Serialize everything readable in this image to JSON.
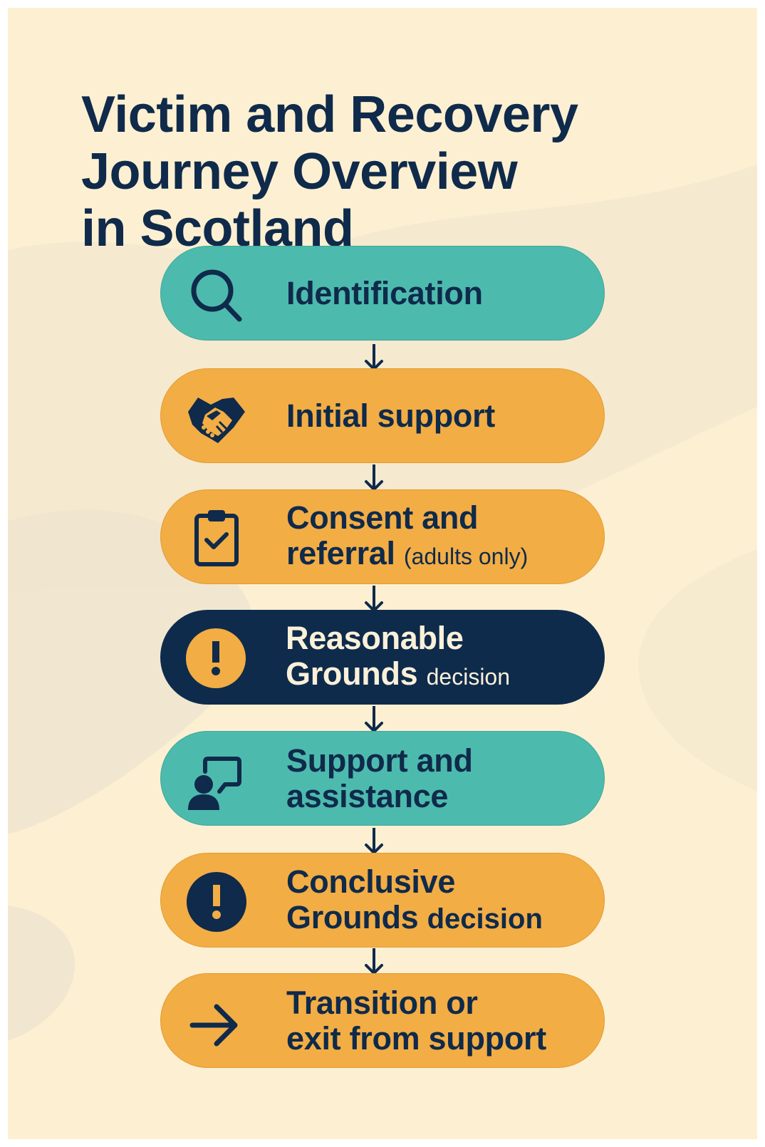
{
  "poster": {
    "title_lines": [
      "Victim and Recovery",
      "Journey Overview",
      "in Scotland"
    ],
    "colors": {
      "background": "#fdf0d2",
      "title": "#0f2a4a",
      "teal": "#4dbaae",
      "orange": "#f2ad45",
      "navy": "#0e2b4c",
      "light_text": "#fbf0d8"
    }
  },
  "steps": [
    {
      "label_line1": "Identification",
      "icon": "magnifier-search-icon",
      "color": "teal"
    },
    {
      "label_line1": "Initial support",
      "icon": "handshake-icon",
      "color": "orange"
    },
    {
      "label_line1": "Consent and",
      "label_line2_main": "referral",
      "label_line2_small": "(adults only)",
      "icon": "clipboard-check-icon",
      "color": "orange"
    },
    {
      "label_line1": "Reasonable",
      "label_line2_main": "Grounds",
      "label_line2_small": "decision",
      "icon": "exclamation-circle-icon",
      "color": "navy"
    },
    {
      "label_line1": "Support and",
      "label_line2_main": "assistance",
      "icon": "person-speech-bubble-icon",
      "color": "teal"
    },
    {
      "label_line1": "Conclusive",
      "label_line2_main": "Grounds",
      "label_line2_small": "decision",
      "icon": "exclamation-circle-icon",
      "color": "orange"
    },
    {
      "label_line1": "Transition or",
      "label_line2_main": "exit from support",
      "icon": "arrow-right-icon",
      "color": "orange"
    }
  ],
  "connectors": {
    "count": 6,
    "icon": "arrow-down-icon"
  }
}
